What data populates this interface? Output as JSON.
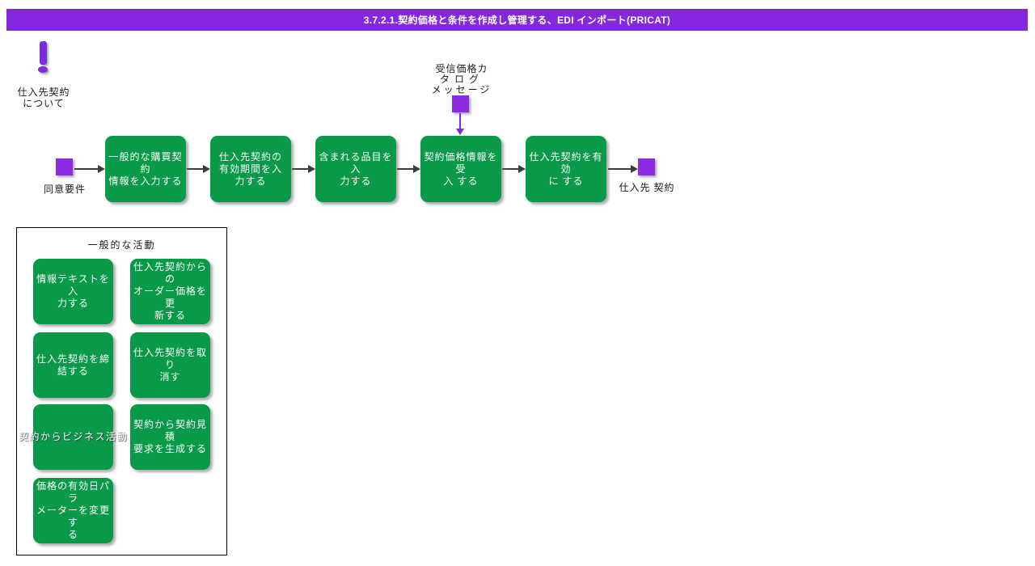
{
  "title_bar": {
    "text": "3.7.2.1.契約価格と条件を作成し管理する、EDI インポート(PRICAT)"
  },
  "supplier_note": {
    "text": "仕入先契約\nについて"
  },
  "price_catalog_event": {
    "line1": "受信価格カ",
    "line2": "タログ",
    "line3": "メッセージ"
  },
  "flow": {
    "start_label": "同意要件",
    "end_label": "仕入先 契約",
    "steps": [
      {
        "label": "一般的な購買契約\n情報を入力する"
      },
      {
        "label": "仕入先契約の\n有効期間を入\n力する"
      },
      {
        "label": "含まれる品目を入\n力する"
      },
      {
        "label": "契約価格情報を受\n入 する"
      },
      {
        "label": "仕入先契約を有効\nに する"
      }
    ]
  },
  "activities": {
    "title": "一般的な活動",
    "items": [
      {
        "label": "情報テキストを入\n力する"
      },
      {
        "label": "仕入先契約からの\nオーダー価格を更\n新する"
      },
      {
        "label": "仕入先契約を締\n結する"
      },
      {
        "label": "仕入先契約を取り\n消す"
      },
      {
        "label": "契約からビジネス活動"
      },
      {
        "label": "契約から契約見積\n要求を生成する"
      },
      {
        "label": "価格の有効日パラ\nメーターを変更す\nる"
      }
    ]
  },
  "colors": {
    "title_bar_bg": "#8428df",
    "process_green": "#089a49",
    "event_purple": "#8b2be2",
    "flow_arrow": "#3c3c3c",
    "event_arrow": "#7e2ae0"
  }
}
